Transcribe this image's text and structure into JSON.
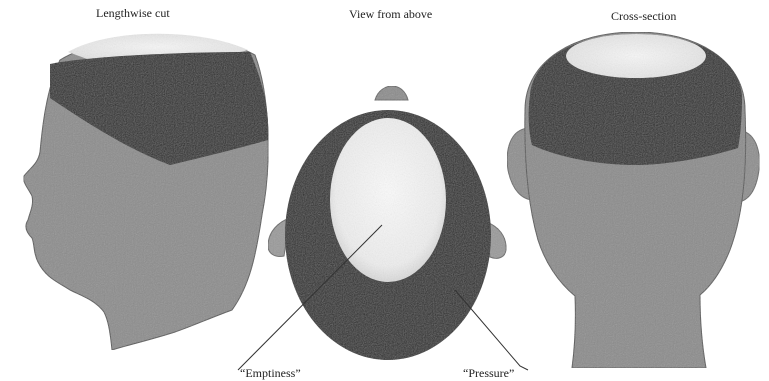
{
  "captions": {
    "side": "Lengthwise cut",
    "top": "View from above",
    "back": "Cross-section"
  },
  "labels": {
    "emptiness": "“Emptiness”",
    "pressure": "“Pressure”"
  },
  "colors": {
    "skin_gray": "#8e8e8e",
    "band_dark": "#2a2a2a",
    "empty_light": "#f3f3f3",
    "line": "#333333"
  }
}
